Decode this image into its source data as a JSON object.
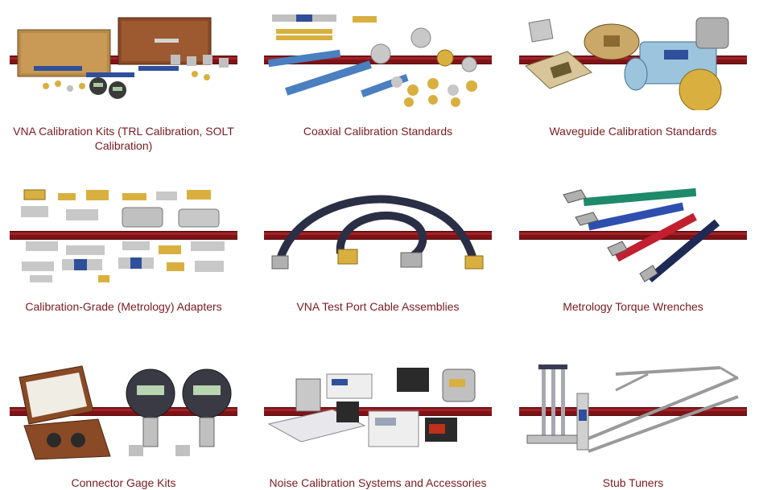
{
  "products": [
    {
      "label": "VNA Calibration Kits (TRL Calibration, SOLT Calibration)",
      "image": "vna-calibration-kits-image"
    },
    {
      "label": "Coaxial Calibration Standards",
      "image": "coaxial-calibration-standards-image"
    },
    {
      "label": "Waveguide Calibration Standards",
      "image": "waveguide-calibration-standards-image"
    },
    {
      "label": "Calibration-Grade (Metrology) Adapters",
      "image": "metrology-adapters-image"
    },
    {
      "label": "VNA Test Port Cable Assemblies",
      "image": "test-port-cable-assemblies-image"
    },
    {
      "label": "Metrology Torque Wrenches",
      "image": "torque-wrenches-image"
    },
    {
      "label": "Connector Gage Kits",
      "image": "connector-gage-kits-image"
    },
    {
      "label": "Noise Calibration Systems and Accessories",
      "image": "noise-calibration-systems-image"
    },
    {
      "label": "Stub Tuners",
      "image": "stub-tuners-image"
    }
  ],
  "colors": {
    "accent_bar": "#7d1316",
    "caption_text": "#7a1a1f"
  }
}
